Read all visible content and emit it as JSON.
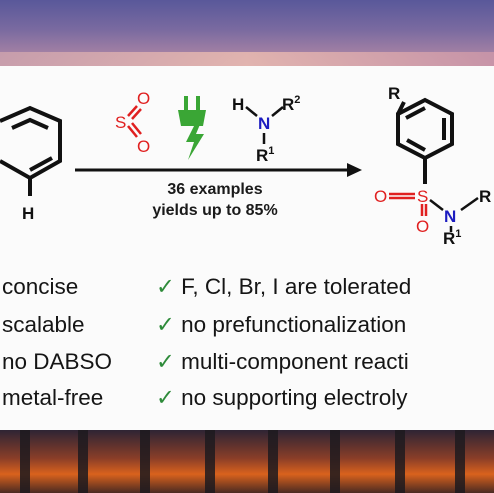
{
  "reaction": {
    "reagent_so2": {
      "s": "S",
      "o1": "O",
      "o2": "O"
    },
    "amine": {
      "h": "H",
      "n": "N",
      "r2": "R",
      "r2_sup": "2",
      "r1": "R",
      "r1_sup": "1"
    },
    "substrate": {
      "h": "H"
    },
    "product": {
      "r": "R",
      "s": "S",
      "o1": "O",
      "o2": "O",
      "n": "N",
      "r_right": "R",
      "r1": "R",
      "r1_sup": "1"
    },
    "conditions": {
      "line1": "36 examples",
      "line2": "yields up to 85%"
    },
    "icons": {
      "electricity": "electric-plug-icon"
    },
    "colors": {
      "so2_red": "#e02020",
      "nitrogen_blue": "#1c1cc0",
      "plug_green": "#3aa635",
      "check_green": "#2e8b3a"
    }
  },
  "features_left": [
    "concise",
    "scalable",
    "no DABSO",
    "metal-free"
  ],
  "features_right": [
    {
      "check": "✓",
      "text": "F, Cl, Br, I are tolerated"
    },
    {
      "check": "✓",
      "text": "no prefunctionalization"
    },
    {
      "check": "✓",
      "text": "multi-component reacti"
    },
    {
      "check": "✓",
      "text": "no supporting electroly"
    }
  ]
}
